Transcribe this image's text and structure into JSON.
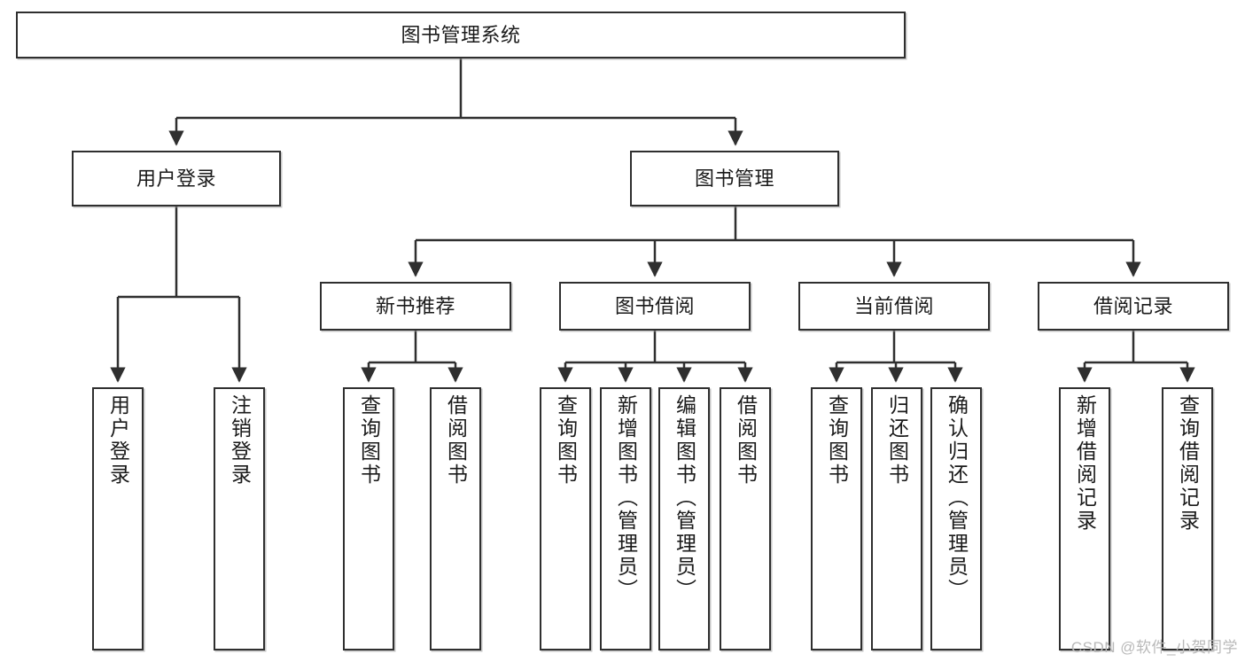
{
  "diagram": {
    "type": "tree",
    "title": "图书管理系统",
    "colors": {
      "stroke": "#2f2f2f",
      "fill": "#ffffff",
      "text": "#1a1a1a",
      "watermark": "#b9b9b9"
    },
    "nodes": {
      "root": {
        "label": "图书管理系统",
        "orientation": "horizontal"
      },
      "level2": [
        {
          "label": "用户登录",
          "orientation": "horizontal"
        },
        {
          "label": "图书管理",
          "orientation": "horizontal"
        }
      ],
      "level3": [
        {
          "label": "新书推荐",
          "orientation": "horizontal"
        },
        {
          "label": "图书借阅",
          "orientation": "horizontal"
        },
        {
          "label": "当前借阅",
          "orientation": "horizontal"
        },
        {
          "label": "借阅记录",
          "orientation": "horizontal"
        }
      ],
      "leaves_user_login": [
        {
          "label": "用户登录",
          "orientation": "vertical"
        },
        {
          "label": "注销登录",
          "orientation": "vertical"
        }
      ],
      "leaves_new_book": [
        {
          "label": "查询图书",
          "orientation": "vertical"
        },
        {
          "label": "借阅图书",
          "orientation": "vertical"
        }
      ],
      "leaves_borrow": [
        {
          "label": "查询图书",
          "orientation": "vertical"
        },
        {
          "label": "新增图书（管理员）",
          "orientation": "vertical"
        },
        {
          "label": "编辑图书（管理员）",
          "orientation": "vertical"
        },
        {
          "label": "借阅图书",
          "orientation": "vertical"
        }
      ],
      "leaves_current": [
        {
          "label": "查询图书",
          "orientation": "vertical"
        },
        {
          "label": "归还图书",
          "orientation": "vertical"
        },
        {
          "label": "确认归还（管理员）",
          "orientation": "vertical"
        }
      ],
      "leaves_record": [
        {
          "label": "新增借阅记录",
          "orientation": "vertical"
        },
        {
          "label": "查询借阅记录",
          "orientation": "vertical"
        }
      ]
    },
    "watermark": "CSDN @软件_小贺同学"
  }
}
